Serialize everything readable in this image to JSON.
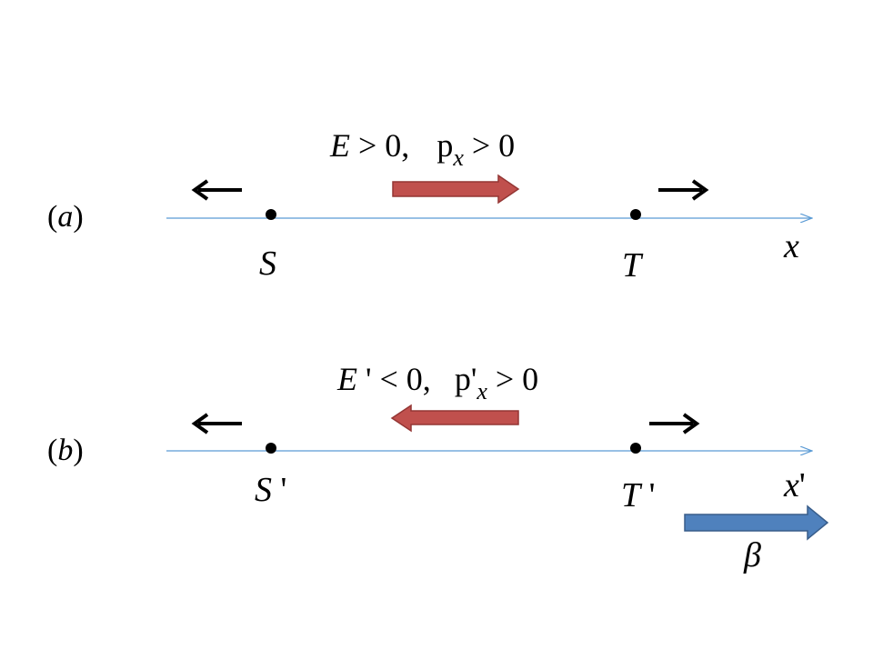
{
  "colors": {
    "axis": "#5B9BD5",
    "signal_arrow": "#C0504D",
    "signal_arrow_stroke": "#943634",
    "beta_arrow": "#4F81BD",
    "beta_arrow_stroke": "#385D8A",
    "text": "#000000",
    "background": "#FFFFFF"
  },
  "panel_a": {
    "label": "(a)",
    "label_parts": {
      "open": "(",
      "letter": "a",
      "close": ")"
    },
    "condition": {
      "energy_symbol": "E",
      "energy_relation": " > 0,",
      "momentum_symbol": "p",
      "momentum_subscript": "x",
      "momentum_relation": " > 0"
    },
    "source_label": "S",
    "target_label": "T",
    "axis_label": "x"
  },
  "panel_b": {
    "label": "(b)",
    "label_parts": {
      "open": "(",
      "letter": "b",
      "close": ")"
    },
    "condition": {
      "energy_symbol": "E",
      "energy_prime": " '",
      "energy_relation": " < 0,",
      "momentum_symbol": "p'",
      "momentum_subscript": "x",
      "momentum_relation": " > 0"
    },
    "source_label": "S",
    "source_prime": " '",
    "target_label": "T",
    "target_prime": " '",
    "axis_label": "x",
    "axis_prime": "'",
    "velocity_label": "β"
  }
}
